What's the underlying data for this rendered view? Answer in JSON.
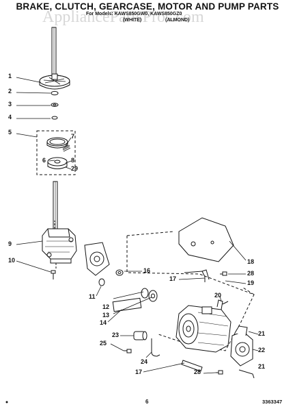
{
  "header": {
    "title": "BRAKE, CLUTCH, GEARCASE, MOTOR AND PUMP PARTS",
    "models_line": "For Models: KAWS850GW0, KAWS850GZ0",
    "color_white": "(WHITE)",
    "color_almond": "(ALMOND)"
  },
  "watermark": "AppliancePartsPros.com",
  "callouts": [
    "1",
    "2",
    "3",
    "4",
    "5",
    "6",
    "7",
    "8",
    "29",
    "9",
    "10",
    "11",
    "12",
    "13",
    "14",
    "16",
    "17",
    "18",
    "19",
    "20",
    "21",
    "22",
    "23",
    "24",
    "25",
    "28",
    "17",
    "28",
    "21"
  ],
  "footer": {
    "page_number": "6",
    "document_number": "3363347"
  }
}
